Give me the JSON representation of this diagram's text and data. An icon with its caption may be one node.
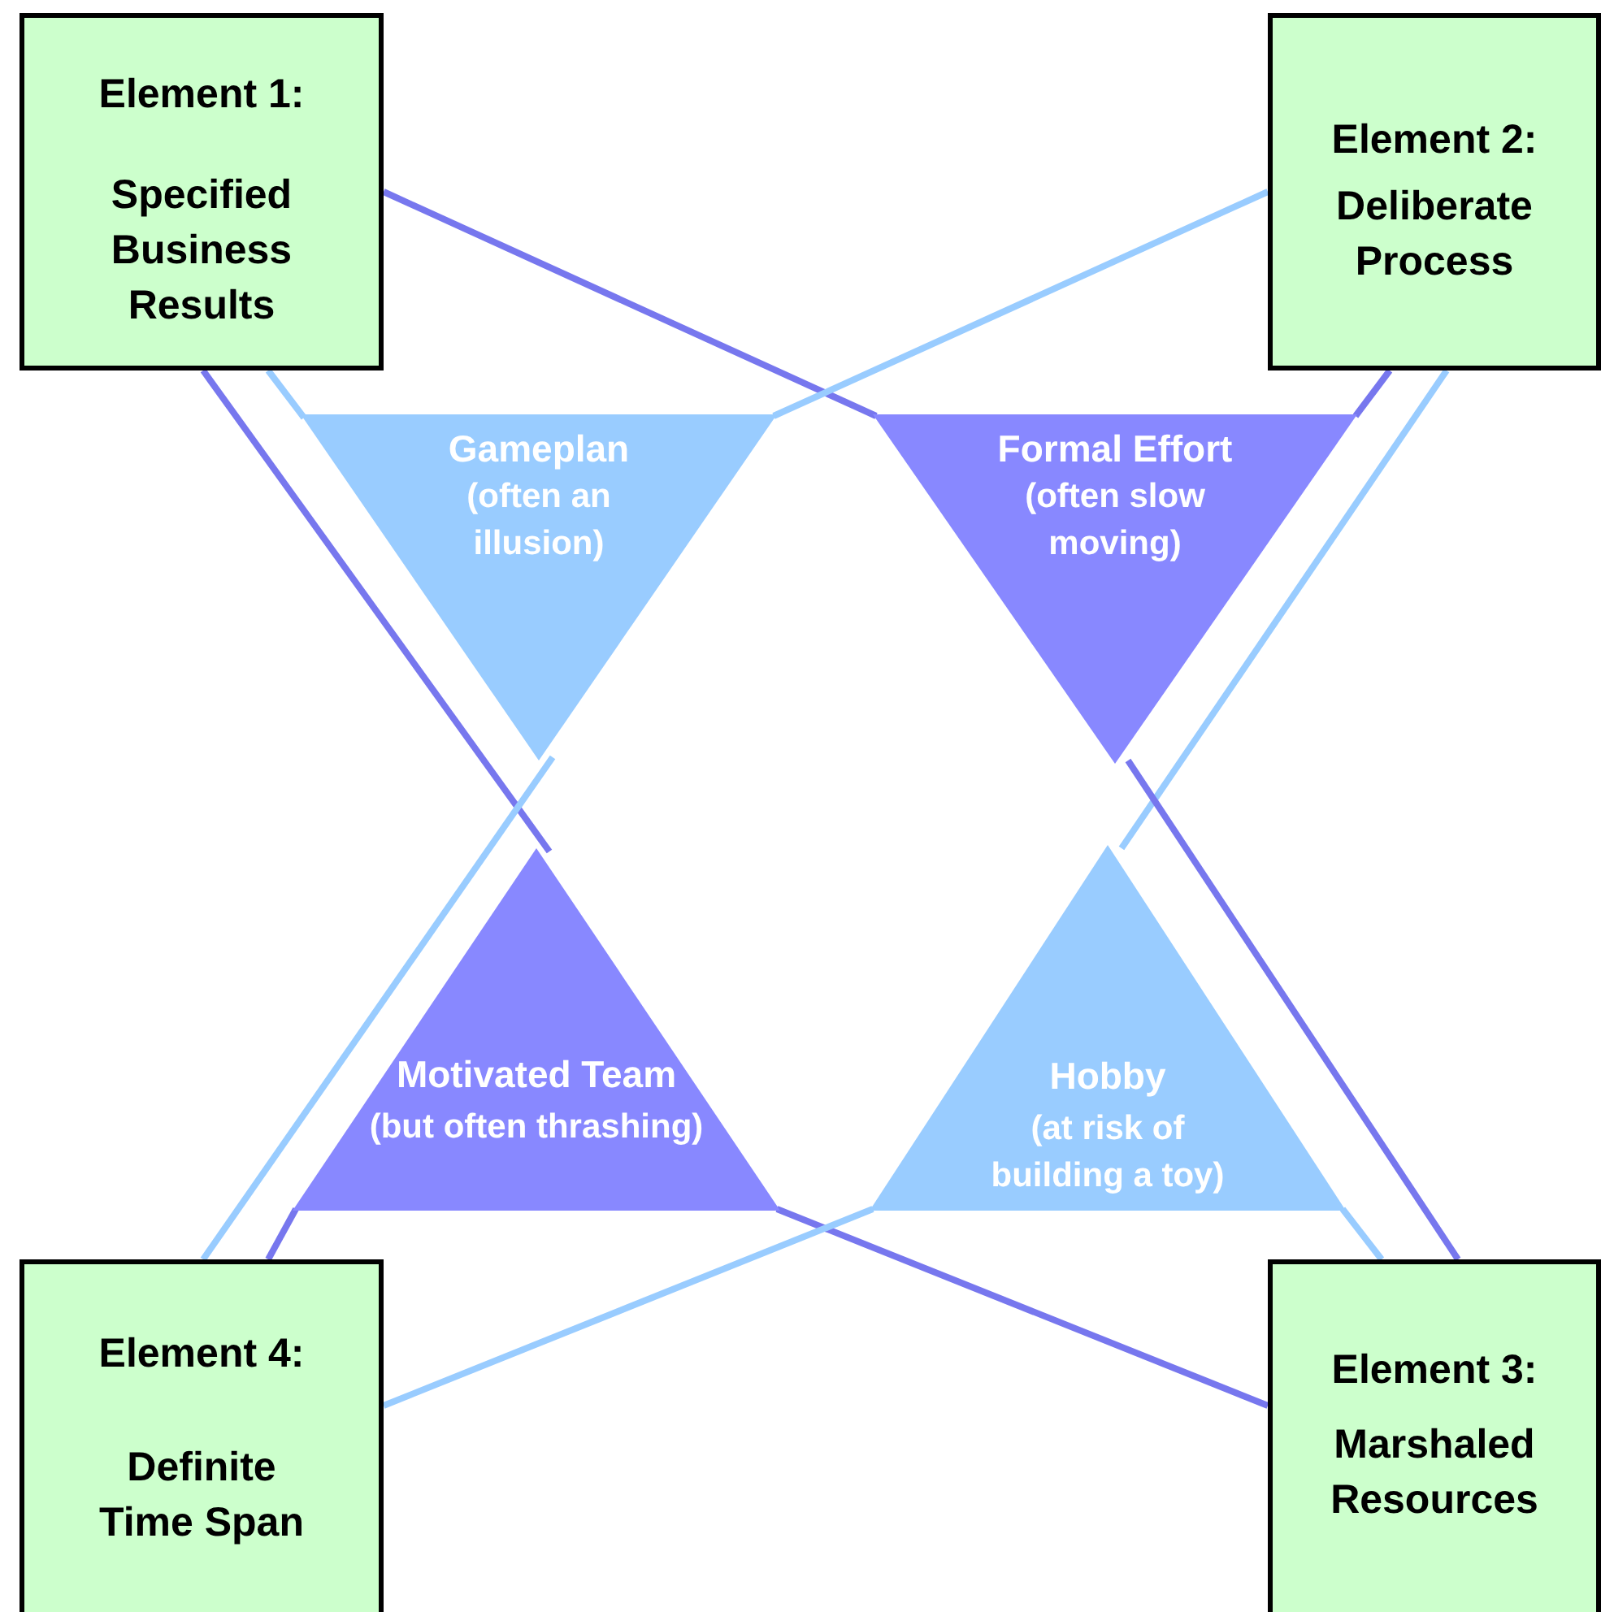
{
  "diagram": {
    "nodes": [
      {
        "text": [
          "Element 1:",
          "Specified Business Results"
        ]
      },
      {
        "text": [
          "Element 2:",
          "Deliberate Process"
        ]
      },
      {
        "text": [
          "Gameplan",
          "(often an illusion)"
        ]
      },
      {
        "text": [
          "Formal Effort",
          "(often slow moving)"
        ]
      },
      {
        "text": [
          "Motivated Team",
          "(but often thrashing)"
        ]
      },
      {
        "text": [
          "Hobby",
          "(at risk of building a toy)"
        ]
      },
      {
        "text": [
          "Element 4:",
          "Definite Time Span"
        ]
      },
      {
        "text": [
          "Element 3:",
          "Marshaled Resources"
        ]
      }
    ],
    "edges": [
      {
        "from": 0,
        "to": 2,
        "arrow": "none",
        "color": "#99ccff"
      },
      {
        "from": 0,
        "to": 3,
        "arrow": "none",
        "color": "#7777ee"
      },
      {
        "from": 0,
        "to": 4,
        "arrow": "none",
        "color": "#7777ee"
      },
      {
        "from": 1,
        "to": 2,
        "arrow": "none",
        "color": "#99ccff"
      },
      {
        "from": 1,
        "to": 3,
        "arrow": "none",
        "color": "#7777ee"
      },
      {
        "from": 1,
        "to": 5,
        "arrow": "none",
        "color": "#99ccff"
      },
      {
        "from": 7,
        "to": 3,
        "arrow": "none",
        "color": "#7777ee"
      },
      {
        "from": 7,
        "to": 4,
        "arrow": "none",
        "color": "#7777ee"
      },
      {
        "from": 7,
        "to": 5,
        "arrow": "none",
        "color": "#99ccff"
      },
      {
        "from": 6,
        "to": 2,
        "arrow": "none",
        "color": "#99ccff"
      },
      {
        "from": 6,
        "to": 4,
        "arrow": "none",
        "color": "#7777ee"
      },
      {
        "from": 6,
        "to": 5,
        "arrow": "none",
        "color": "#99ccff"
      }
    ]
  }
}
